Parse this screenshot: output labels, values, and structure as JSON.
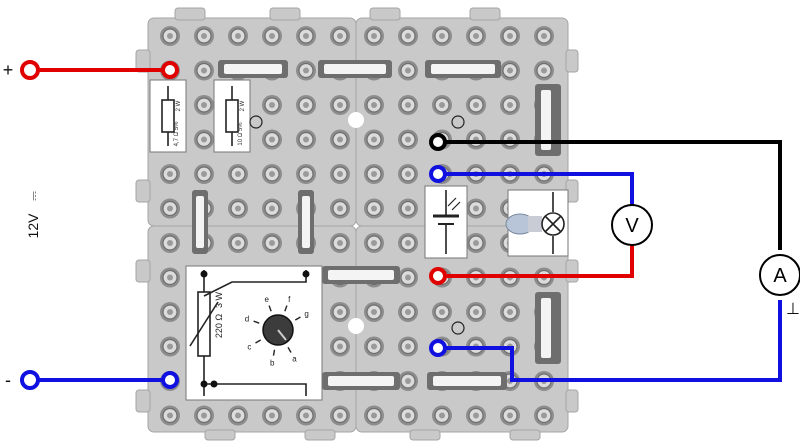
{
  "supply": {
    "plus_label": "+",
    "minus_label": "-",
    "voltage_label": "12V",
    "dc_symbol": "⎓"
  },
  "components": {
    "resistor_1": {
      "power": "2 W",
      "value": "4,7 Ω 5%"
    },
    "resistor_2": {
      "power": "2 W",
      "value": "10 Ω 5%"
    },
    "potentiometer": {
      "value": "220 Ω",
      "power": "3 W",
      "dial_letters": [
        "a",
        "b",
        "c",
        "d",
        "e",
        "f",
        "g"
      ]
    }
  },
  "meters": {
    "voltmeter": "V",
    "ammeter": "A"
  },
  "ground_symbol": "⊥",
  "colors": {
    "red_wire": "#e00000",
    "blue_wire": "#1010e0",
    "black_wire": "#000000"
  }
}
